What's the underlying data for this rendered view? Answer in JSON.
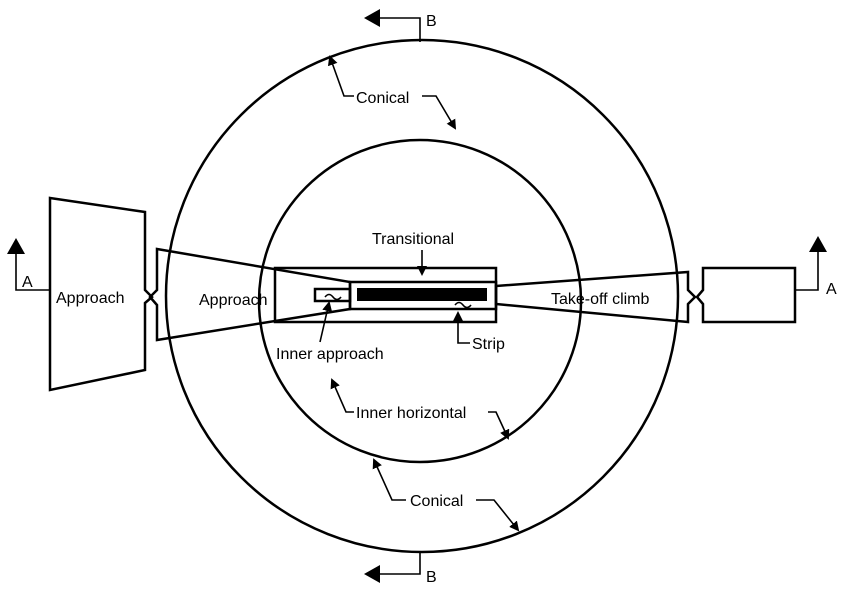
{
  "labels": {
    "conical_top": "Conical",
    "conical_bottom": "Conical",
    "transitional": "Transitional",
    "approach_outer": "Approach",
    "approach_inner": "Approach",
    "take_off_climb": "Take-off climb",
    "inner_approach": "Inner approach",
    "strip": "Strip",
    "inner_horizontal": "Inner horizontal",
    "section_a_left": "A",
    "section_a_right": "A",
    "section_b_top": "B",
    "section_b_bottom": "B"
  }
}
